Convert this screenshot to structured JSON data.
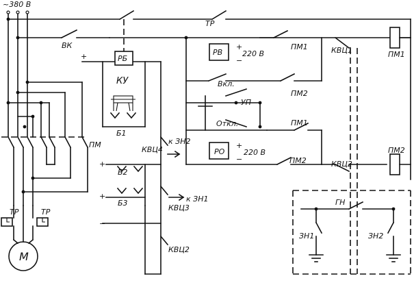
{
  "labels": {
    "supply": "~380 В",
    "tr_top": "ТР",
    "vk": "ВК",
    "plus1": "+",
    "rb": "РБ",
    "ku": "КУ",
    "b1": "Б1",
    "b2": "Б2",
    "b3": "Б3",
    "plus2": "+",
    "plus3": "+",
    "minus1": "−",
    "kvc4": "КВЦ4",
    "kvc3": "КВЦ3",
    "kvc2_left": "КВЦ2",
    "to_zn2": "к ЗН2",
    "to_zn1": "к ЗН1",
    "pm_motor": "ПМ",
    "tr_left": "ТР",
    "tr_right": "ТР",
    "motor": "М",
    "rv": "РВ",
    "rv_v": "220 В",
    "rv_plus": "+",
    "rv_minus": "−",
    "ro": "РО",
    "ro_v": "220 В",
    "ro_plus": "+",
    "ro_minus": "−",
    "vkl": "Вкл.",
    "otkl": "Откл.",
    "up": "УП",
    "pm1_a": "ПМ1",
    "pm2_a": "ПМ2",
    "pm1_b": "ПМ1",
    "pm2_b": "ПМ2",
    "kvc1": "КВЦ1",
    "kvc2_right": "КВЦ2",
    "coil_pm1": "ПМ1",
    "coil_pm2": "ПМ2",
    "gn": "ГН",
    "zn1": "ЗН1",
    "zn2": "ЗН2"
  }
}
